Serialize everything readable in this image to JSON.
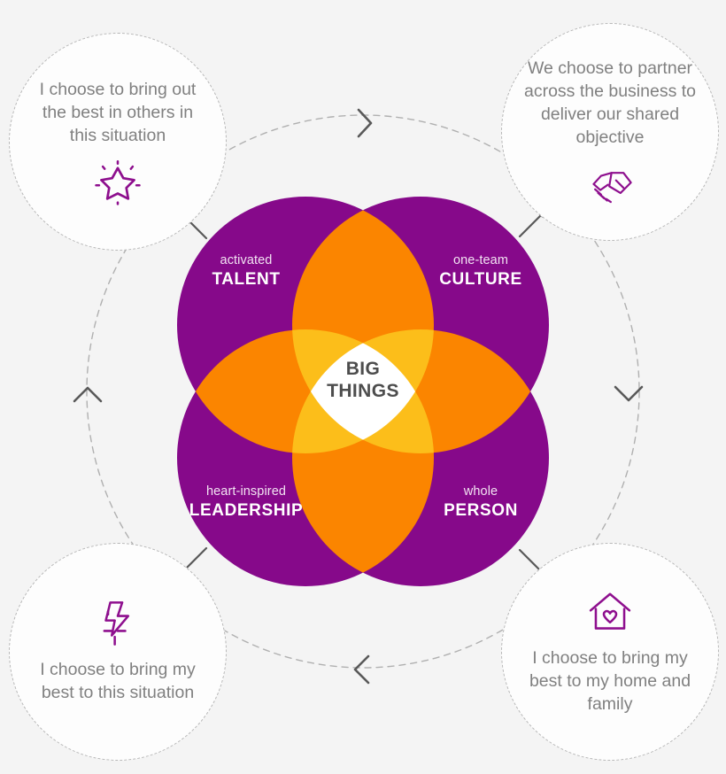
{
  "palette": {
    "background": "#f4f4f4",
    "purple": "#86098a",
    "orange": "#fb8500",
    "amber": "#fcbe1a",
    "center_white": "#ffffff",
    "bubble_fill": "#fdfdfd",
    "bubble_stroke": "#b8b8b8",
    "bubble_text": "#808080",
    "connector": "#595959",
    "center_text": "#4d4d4d"
  },
  "venn": {
    "center": {
      "line1": "BIG",
      "line2": "THINGS"
    },
    "segments": [
      {
        "id": "talent",
        "sub": "activated",
        "main": "TALENT",
        "position": "top-left"
      },
      {
        "id": "culture",
        "sub": "one-team",
        "main": "CULTURE",
        "position": "top-right"
      },
      {
        "id": "leadership",
        "sub": "heart-inspired",
        "main": "LEADERSHIP",
        "position": "bottom-left"
      },
      {
        "id": "person",
        "sub": "whole",
        "main": "PERSON",
        "position": "bottom-right"
      }
    ]
  },
  "bubbles": [
    {
      "id": "talent-bubble",
      "position": "top-left",
      "text": "I choose to bring out the best in others in this situation",
      "icon": "sparkle-star-icon",
      "icon_placement": "below"
    },
    {
      "id": "culture-bubble",
      "position": "top-right",
      "text": "We choose to partner across the business to deliver our shared objective",
      "icon": "handshake-icon",
      "icon_placement": "below"
    },
    {
      "id": "leadership-bubble",
      "position": "bottom-left",
      "text": "I choose to bring my best to this situation",
      "icon": "lightning-bolt-icon",
      "icon_placement": "above"
    },
    {
      "id": "person-bubble",
      "position": "bottom-right",
      "text": "I choose to bring my best to my home and family",
      "icon": "house-heart-icon",
      "icon_placement": "above"
    }
  ],
  "flow": {
    "direction": "clockwise",
    "arrows": [
      {
        "id": "arrow-top",
        "points": "right"
      },
      {
        "id": "arrow-right",
        "points": "down"
      },
      {
        "id": "arrow-bottom",
        "points": "left"
      },
      {
        "id": "arrow-left",
        "points": "up"
      }
    ]
  }
}
